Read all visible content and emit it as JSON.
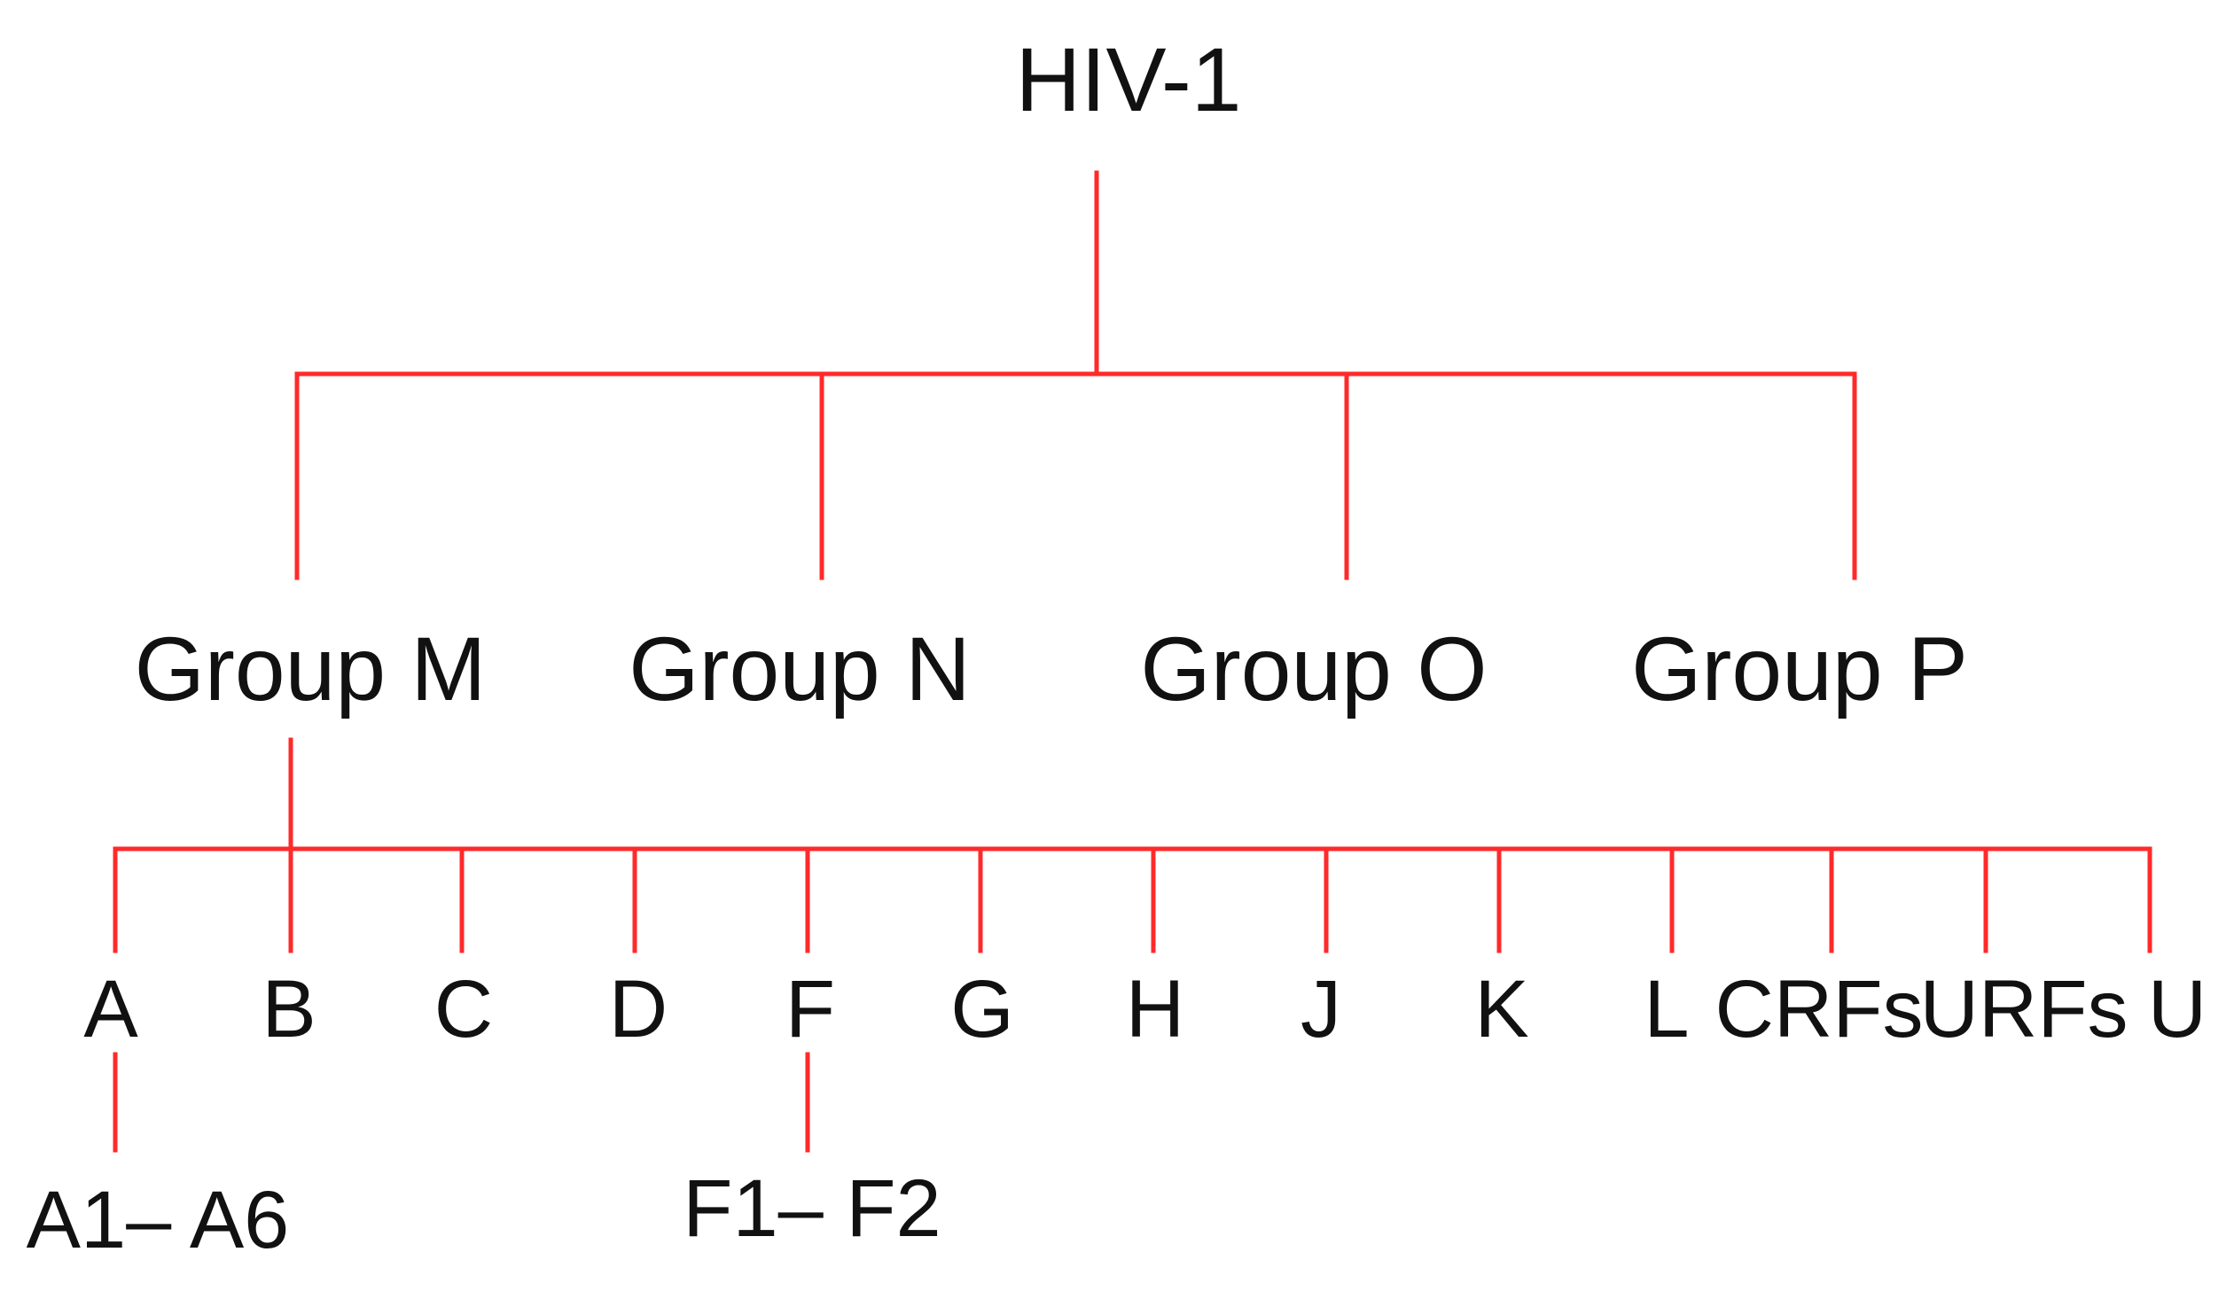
{
  "colors": {
    "connector": "#ff2a2a",
    "text": "#111111",
    "background": "#ffffff"
  },
  "root": {
    "label": "HIV-1"
  },
  "groups": [
    {
      "key": "m",
      "label": "Group M"
    },
    {
      "key": "n",
      "label": "Group N"
    },
    {
      "key": "o",
      "label": "Group O"
    },
    {
      "key": "p",
      "label": "Group P"
    }
  ],
  "subtypes": [
    {
      "key": "a",
      "label": "A"
    },
    {
      "key": "b",
      "label": "B"
    },
    {
      "key": "c",
      "label": "C"
    },
    {
      "key": "d",
      "label": "D"
    },
    {
      "key": "f",
      "label": "F"
    },
    {
      "key": "g",
      "label": "G"
    },
    {
      "key": "h",
      "label": "H"
    },
    {
      "key": "j",
      "label": "J"
    },
    {
      "key": "k",
      "label": "K"
    },
    {
      "key": "l",
      "label": "L"
    },
    {
      "key": "crfs",
      "label": "CRFs"
    },
    {
      "key": "urfs",
      "label": "URFs"
    },
    {
      "key": "u",
      "label": "U"
    }
  ],
  "sub_subtypes": [
    {
      "key": "a",
      "parent": "A",
      "label": "A1– A6"
    },
    {
      "key": "f",
      "parent": "F",
      "label": "F1– F2"
    }
  ]
}
